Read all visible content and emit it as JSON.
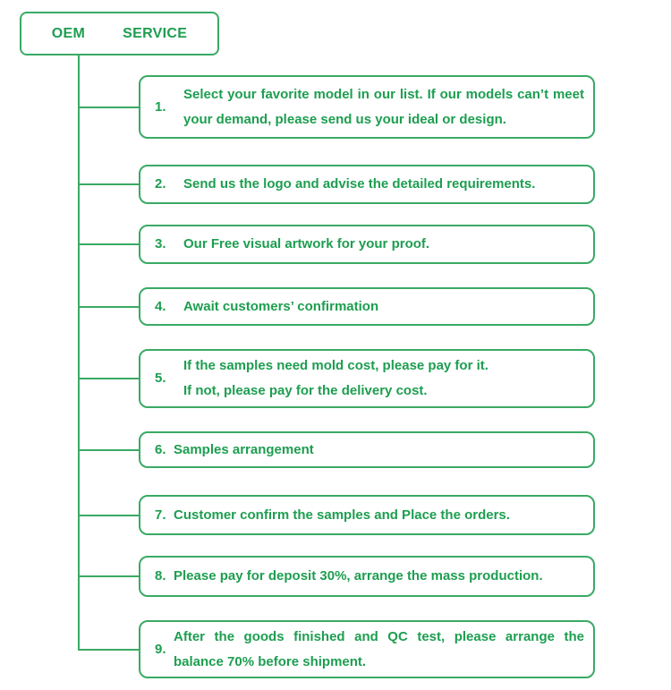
{
  "header": {
    "word1": "OEM",
    "word2": "SERVICE"
  },
  "colors": {
    "text_green": "#1d9e50",
    "line_green": "#3aaa64"
  },
  "steps": [
    {
      "number": "1.",
      "text": "Select your favorite model in our list. If our models can’t meet your demand, please send us your ideal or design."
    },
    {
      "number": "2.",
      "text": "Send us the logo and advise the detailed requirements."
    },
    {
      "number": "3.",
      "text": "Our Free visual artwork for your proof."
    },
    {
      "number": "4.",
      "text": "Await customers’ confirmation"
    },
    {
      "number": "5.",
      "text": "If the samples need mold cost, please pay for it.\nIf not, please pay for the delivery cost."
    },
    {
      "number": "6.",
      "text": "Samples arrangement"
    },
    {
      "number": "7.",
      "text": "Customer confirm the samples and Place the orders."
    },
    {
      "number": "8.",
      "text": "Please pay for deposit 30%, arrange the mass production."
    },
    {
      "number": "9.",
      "text": "After the goods finished and QC test, please arrange the balance 70% before shipment."
    }
  ]
}
